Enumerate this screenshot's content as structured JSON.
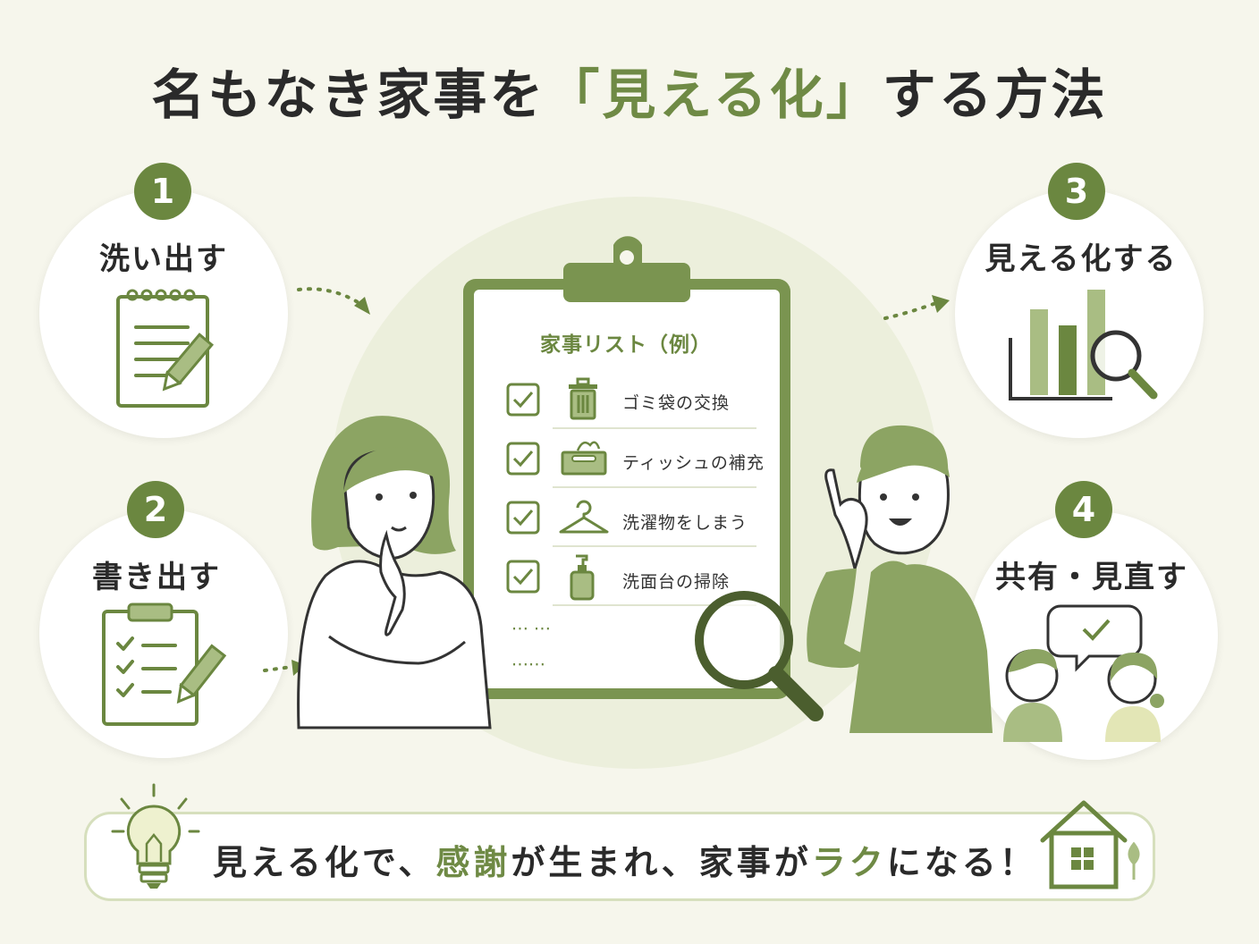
{
  "title": {
    "prefix": "名もなき家事を",
    "highlight": "「見える化」",
    "suffix": "する方法"
  },
  "steps": [
    {
      "number": "1",
      "label": "洗い出す"
    },
    {
      "number": "2",
      "label": "書き出す"
    },
    {
      "number": "3",
      "label": "見える化する"
    },
    {
      "number": "4",
      "label": "共有・見直す"
    }
  ],
  "clipboard": {
    "title": "家事リスト（例）",
    "items": [
      {
        "label": "ゴミ袋の交換",
        "icon": "trash-can-icon"
      },
      {
        "label": "ティッシュの補充",
        "icon": "tissue-box-icon"
      },
      {
        "label": "洗濯物をしまう",
        "icon": "hanger-icon"
      },
      {
        "label": "洗面台の掃除",
        "icon": "soap-bottle-icon"
      }
    ],
    "ellipsis_1": "⋯ ⋯",
    "ellipsis_2": "⋯⋯"
  },
  "banner": {
    "part1": "見える化で、",
    "hl1": "感謝",
    "part2": "が生まれ、家事が",
    "hl2": "ラク",
    "part3": "になる！"
  },
  "colors": {
    "accent": "#6b8740",
    "accent_light": "#a9bd83",
    "background": "#f6f6ec",
    "circle_fill": "#ecefdc"
  }
}
